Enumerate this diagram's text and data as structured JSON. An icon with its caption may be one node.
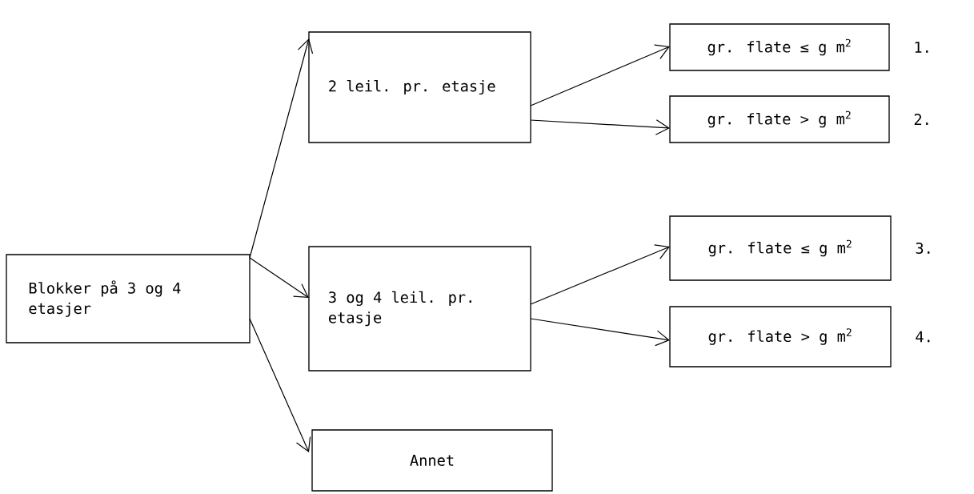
{
  "diagram": {
    "nodes": [
      {
        "text": [
          "Blokker på 3 og 4 etasjer"
        ]
      },
      {
        "text": [
          "2 leil. pr. etasje"
        ]
      },
      {
        "text": [
          "3 og 4 leil. pr. etasje"
        ]
      },
      {
        "text": [
          "Annet"
        ]
      },
      {
        "text": [
          "gr. flate ≤ g m$^{2}$"
        ],
        "beside": [
          "1."
        ]
      },
      {
        "text": [
          "gr. flate > g m$^{2}$"
        ],
        "beside": [
          "2."
        ]
      },
      {
        "text": [
          "gr. flate ≤ g m$^{2}$"
        ],
        "beside": [
          "3."
        ]
      },
      {
        "text": [
          "gr. flate > g m$^{2}$"
        ],
        "beside": [
          "4."
        ]
      }
    ],
    "edges": [
      {
        "from": 0,
        "to": 1,
        "arrow": "to"
      },
      {
        "from": 0,
        "to": 2,
        "arrow": "to"
      },
      {
        "from": 0,
        "to": 3,
        "arrow": "to"
      },
      {
        "from": 1,
        "to": 4,
        "arrow": "to"
      },
      {
        "from": 1,
        "to": 5,
        "arrow": "to"
      },
      {
        "from": 2,
        "to": 6,
        "arrow": "to"
      },
      {
        "from": 2,
        "to": 7,
        "arrow": "to"
      }
    ]
  }
}
